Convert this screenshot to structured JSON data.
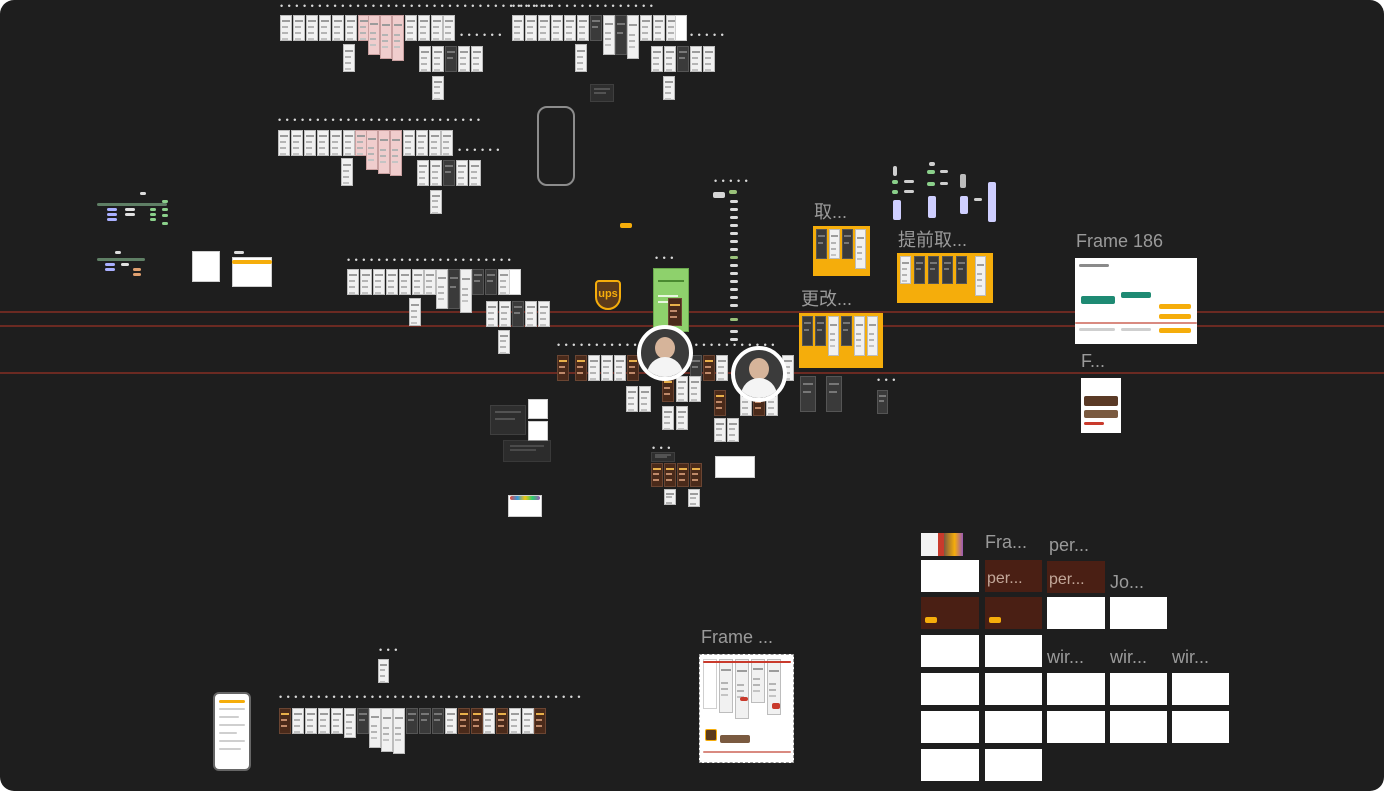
{
  "canvas": {
    "background": "#1e1e1e",
    "accent_yellow": "#f5ad0b",
    "guide_red": "#6b2a22"
  },
  "frame_labels": {
    "qu": "取...",
    "tiqianqu": "提前取...",
    "gengai": "更改...",
    "frame186": "Frame 186",
    "f_short": "F...",
    "fra": "Fra...",
    "per_1": "per...",
    "per_2": "per...",
    "per_3": "per...",
    "jo": "Jo...",
    "frame_bottom": "Frame ...",
    "wir_1": "wir...",
    "wir_2": "wir...",
    "wir_3": "wir..."
  },
  "dots": "• • • • • • • • • • • • • • • • • • • • • • • • • • • • • • • • • • • •",
  "logo": {
    "ups_text": "ups"
  },
  "icons": {
    "avatar_1": "user-avatar-icon",
    "avatar_2": "user-avatar-icon",
    "ups": "ups-logo-icon",
    "phone": "phone-outline-icon"
  }
}
